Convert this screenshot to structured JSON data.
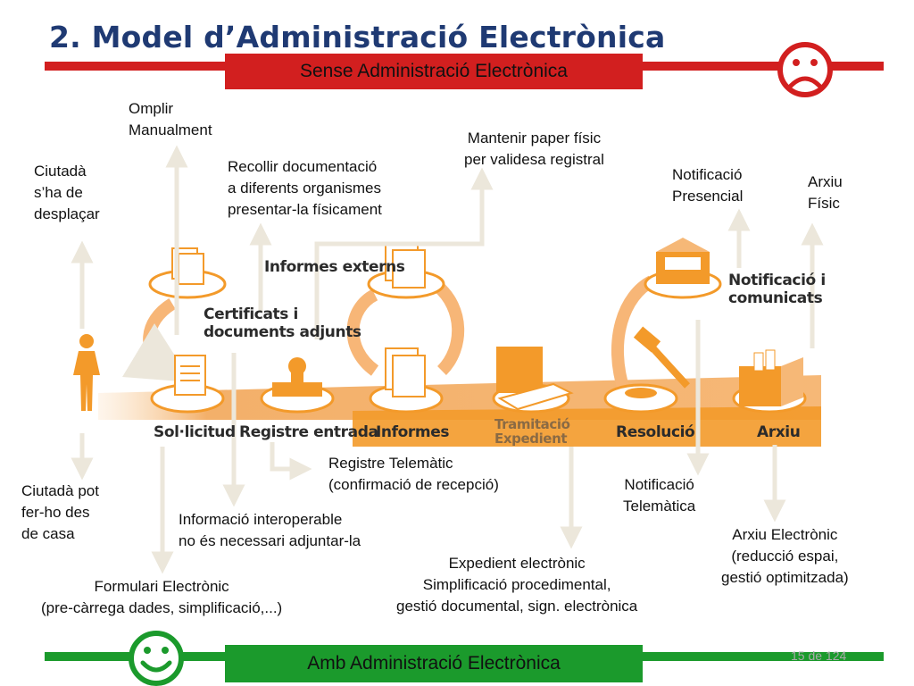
{
  "title": "2. Model d’Administració Electrònica",
  "top_banner": "Sense Administració Electrònica",
  "bottom_banner": "Amb Administració Electrònica",
  "page_number": "15 de 124",
  "colors": {
    "title": "#1f3a73",
    "red_band": "#d21f1f",
    "green_band": "#1b9a2c",
    "orange": "#f39a2a",
    "arrow": "#ece7db"
  },
  "icons": {
    "top_icon": "sad-face-icon",
    "bottom_icon": "happy-face-icon"
  },
  "stages": [
    {
      "name": "Sol·licitud"
    },
    {
      "name": "Registre entrada"
    },
    {
      "name": "Informes"
    },
    {
      "name": "Tramitació",
      "name2": "Expedient"
    },
    {
      "name": "Resolució"
    },
    {
      "name": "Arxiu"
    }
  ],
  "inner_labels": {
    "certificats": [
      "Certificats i",
      "documents adjunts"
    ],
    "informes_externs": "Informes externs",
    "notificacio": [
      "Notificació i",
      "comunicats"
    ]
  },
  "top_notes": {
    "ciutada": [
      "Ciutadà",
      "s’ha de",
      "desplaçar"
    ],
    "omplir": [
      "Omplir",
      "Manualment"
    ],
    "recollir": [
      "Recollir documentació",
      "a diferents organismes",
      "presentar-la físicament"
    ],
    "mantenir": [
      "Mantenir paper físic",
      "per validesa registral"
    ],
    "notificacio_presencial": [
      "Notificació",
      "Presencial"
    ],
    "arxiu_fisic": [
      "Arxiu",
      "Físic"
    ]
  },
  "bottom_notes": {
    "ciutada_casa": [
      "Ciutadà pot",
      "fer-ho des",
      "de casa"
    ],
    "formulari": [
      "Formulari Electrònic",
      "(pre-càrrega dades, simplificació,...)"
    ],
    "informacio": [
      "Informació interoperable",
      "no és necessari adjuntar-la"
    ],
    "registre": [
      "Registre Telemàtic",
      "(confirmació de recepció)"
    ],
    "expedient": [
      "Expedient electrònic",
      "Simplificació procedimental,",
      "gestió documental, sign. electrònica"
    ],
    "notificacio_telematica": [
      "Notificació",
      "Telemàtica"
    ],
    "arxiu_electronic": [
      "Arxiu Electrònic",
      "(reducció espai,",
      "gestió optimitzada)"
    ]
  }
}
